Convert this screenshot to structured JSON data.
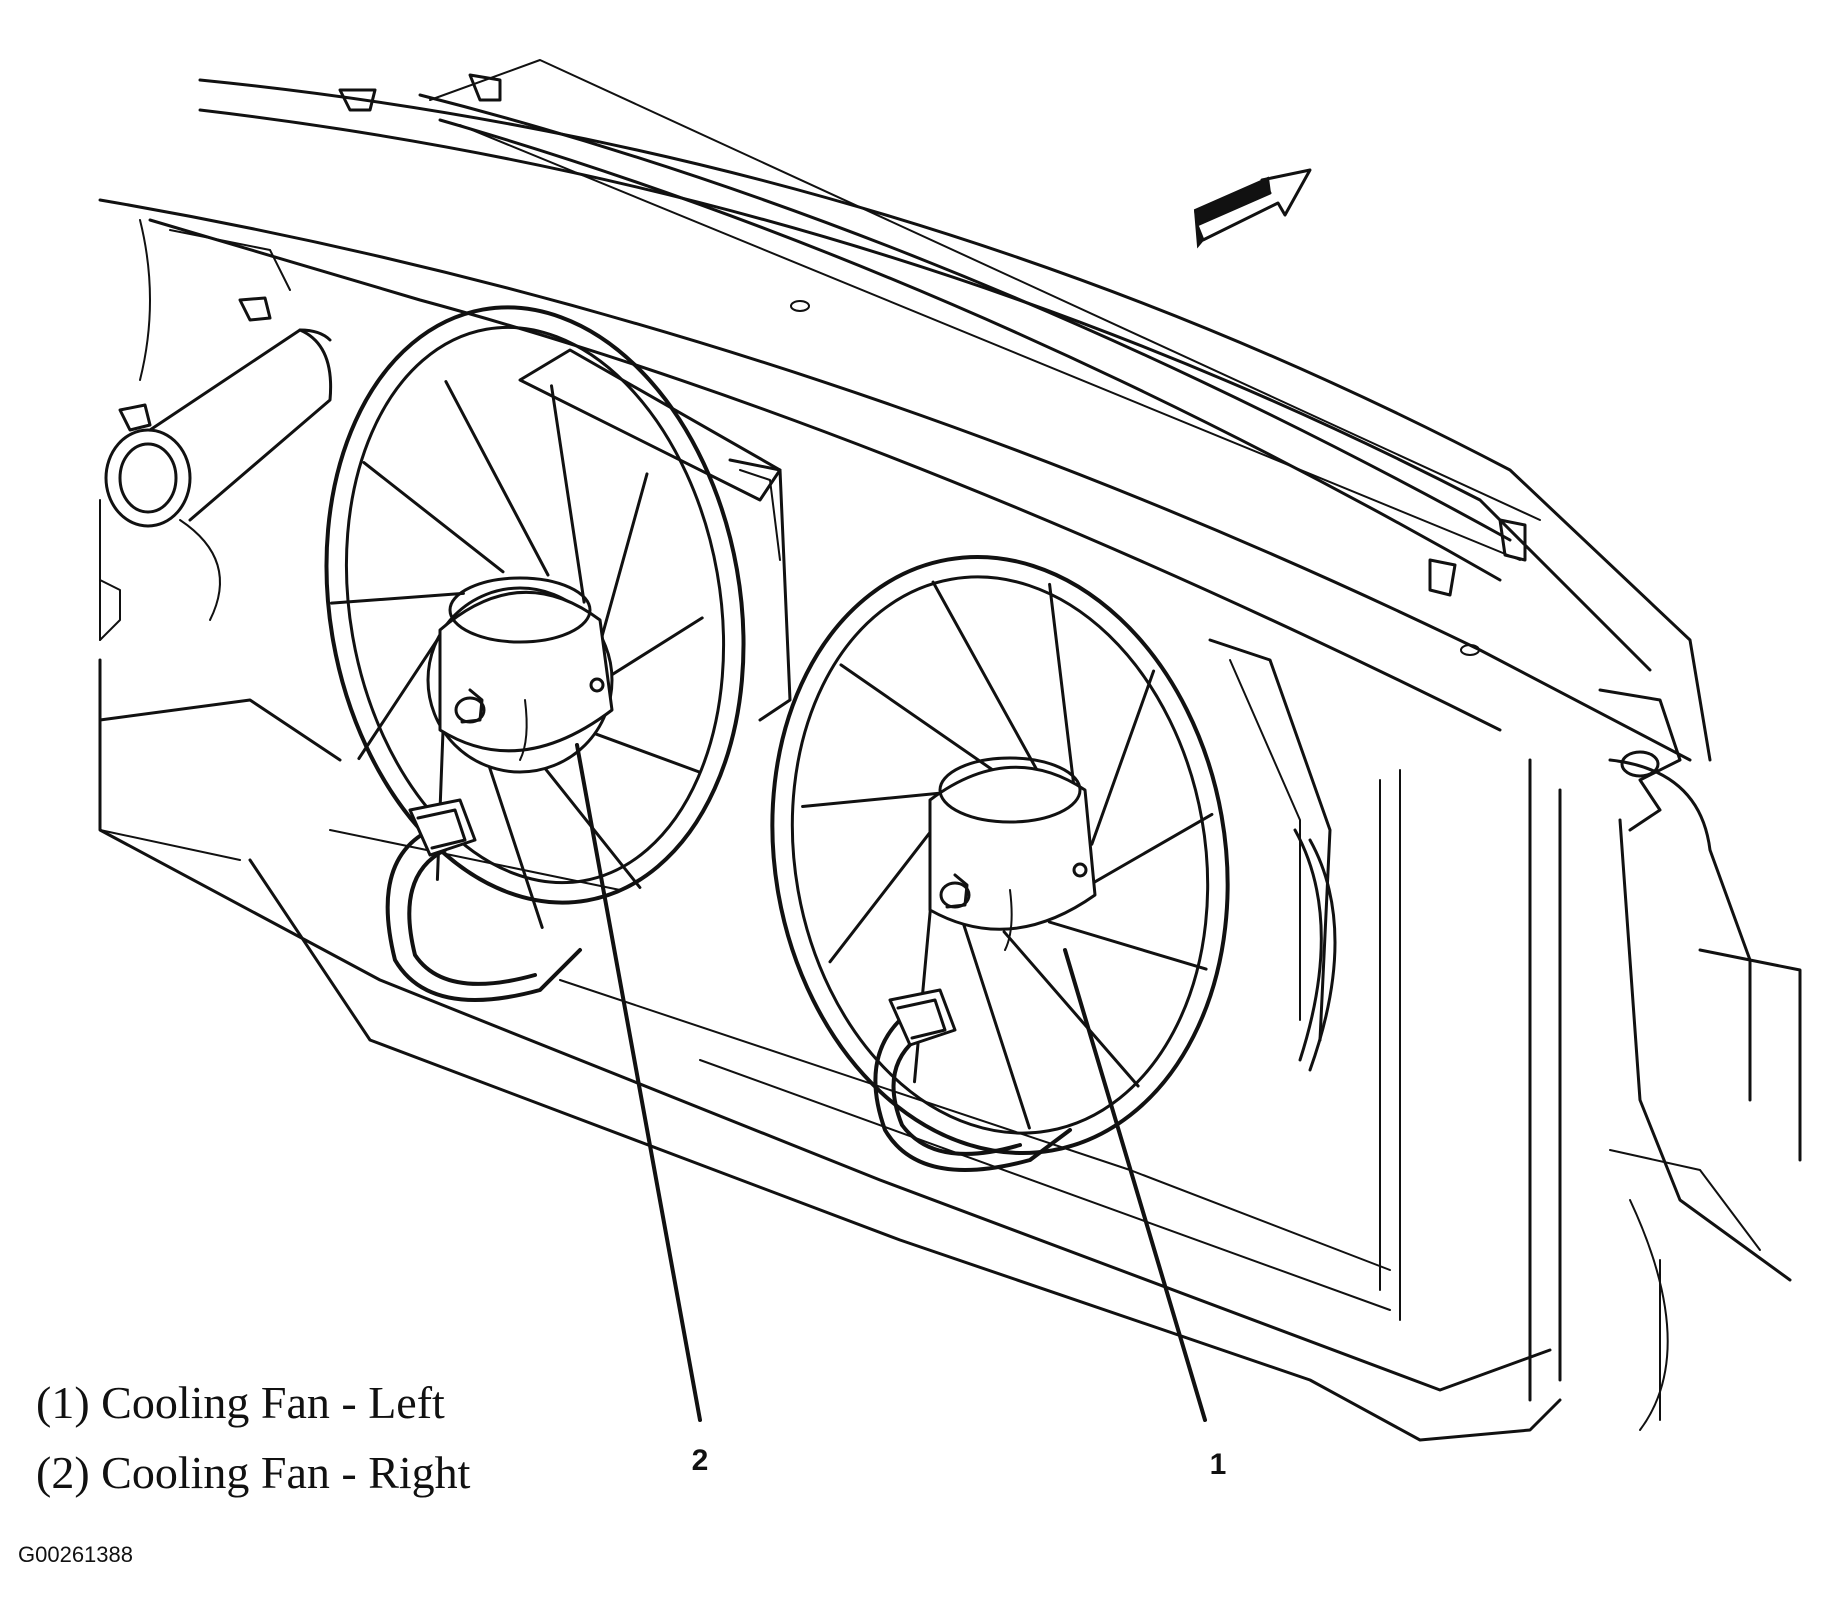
{
  "figure": {
    "id": "G00261388",
    "legend": [
      {
        "number": "1",
        "text": "(1) Cooling Fan - Left"
      },
      {
        "number": "2",
        "text": "(2) Cooling Fan - Right"
      }
    ],
    "callouts": [
      {
        "label": "2",
        "part": "Cooling Fan - Right"
      },
      {
        "label": "1",
        "part": "Cooling Fan - Left"
      }
    ],
    "direction_arrow": "arrow-up-right-icon"
  }
}
